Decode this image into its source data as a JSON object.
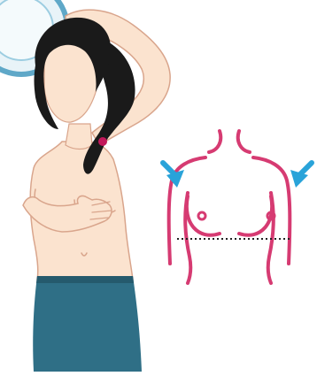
{
  "colors": {
    "background": "#ffffff",
    "skin": "#fbe3cf",
    "skin_line": "#d9a58c",
    "hair": "#1a1a1a",
    "hair_tie": "#c2185b",
    "skirt": "#2f6f86",
    "skirt_shadow": "#255a6d",
    "diagram_outline": "#d63b72",
    "arrow": "#29a3d9",
    "mirror_fill": "#e8f3f8",
    "mirror_stroke": "#5fa8c8",
    "dotted_line": "#222222"
  },
  "figure": {
    "pose": "raised-left-arm",
    "hand_position": "right-hand-on-breast"
  },
  "diagram": {
    "arrows": [
      "arrow-left",
      "arrow-right"
    ],
    "guide_line": "dotted-horizontal"
  }
}
